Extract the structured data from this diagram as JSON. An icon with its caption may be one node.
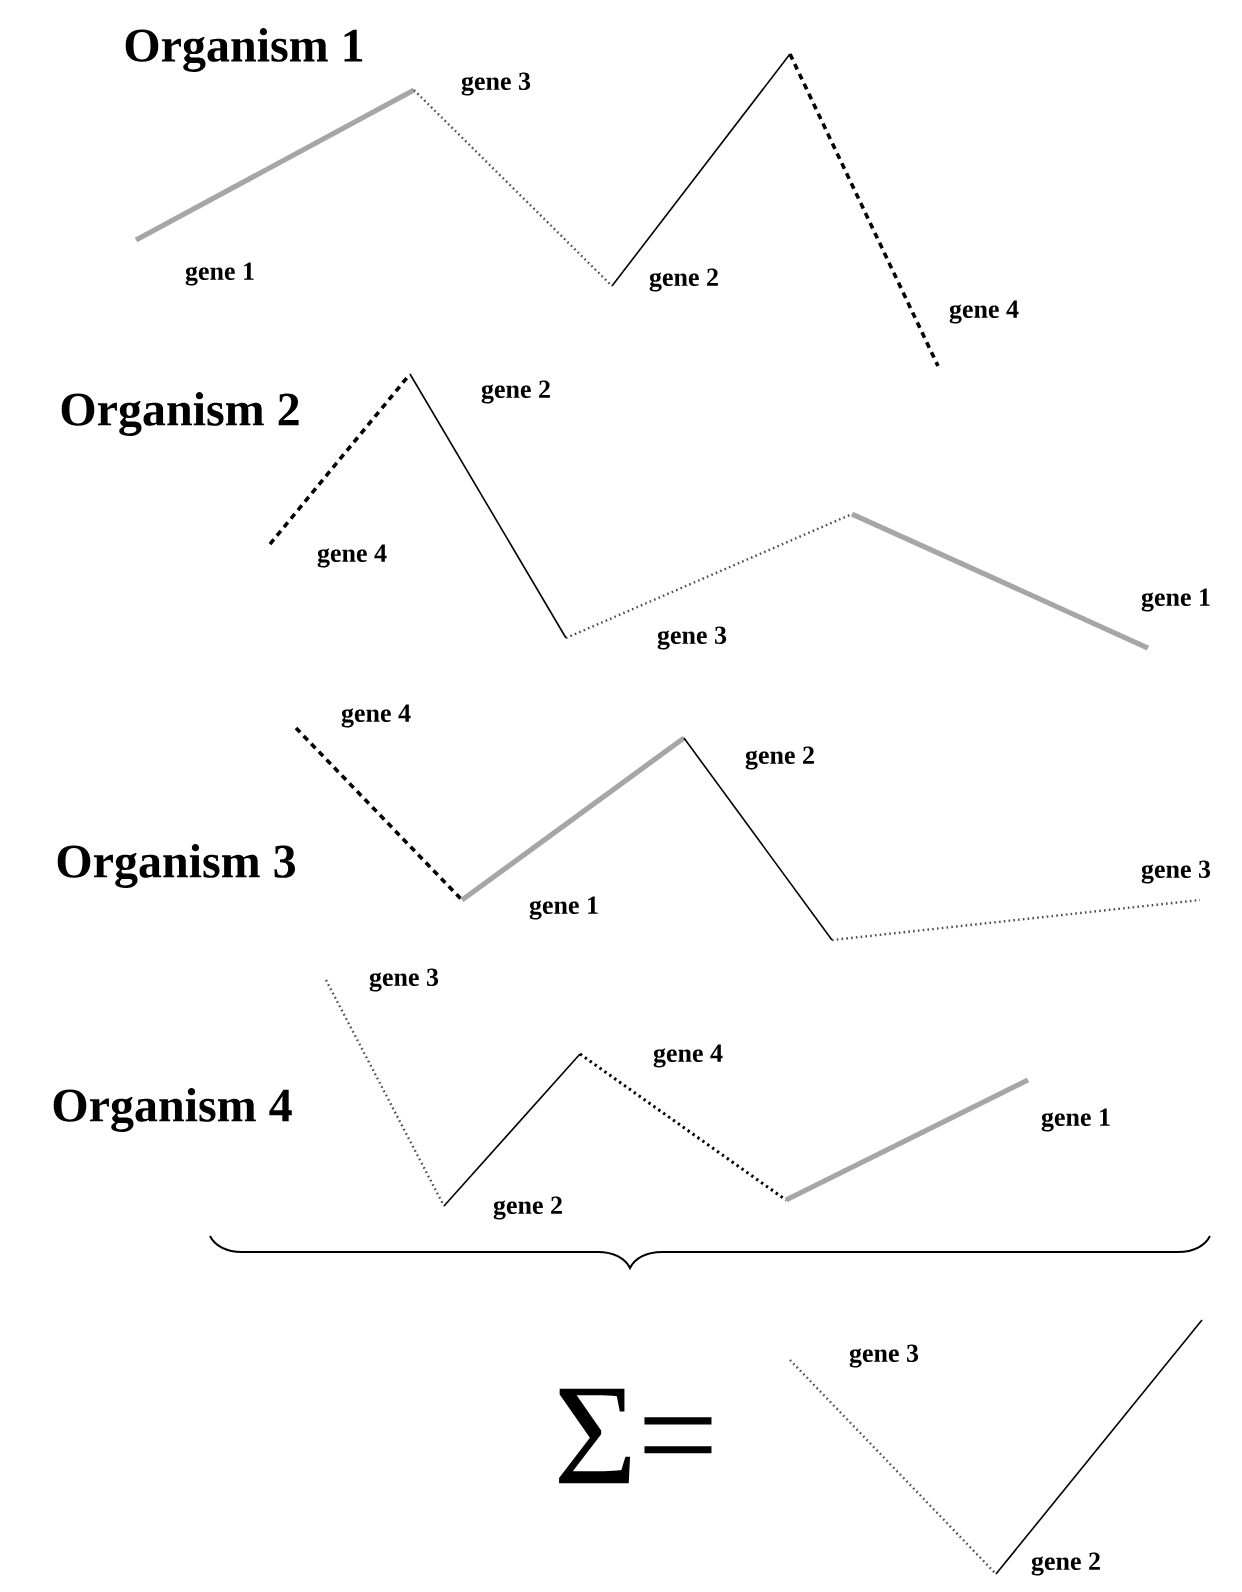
{
  "diagram": {
    "labels": [
      "Organism 1",
      "gene 3",
      "gene 1",
      "gene 2",
      "gene 4",
      "Organism 2",
      "gene 2",
      "gene 4",
      "gene 1",
      "gene 3",
      "gene 4",
      "gene 2",
      "Organism 3",
      "gene 3",
      "gene 1",
      "gene 3",
      "gene 4",
      "Organism 4",
      "gene 1",
      "gene 2",
      "gene 3",
      "Σ=",
      "gene 2"
    ]
  }
}
